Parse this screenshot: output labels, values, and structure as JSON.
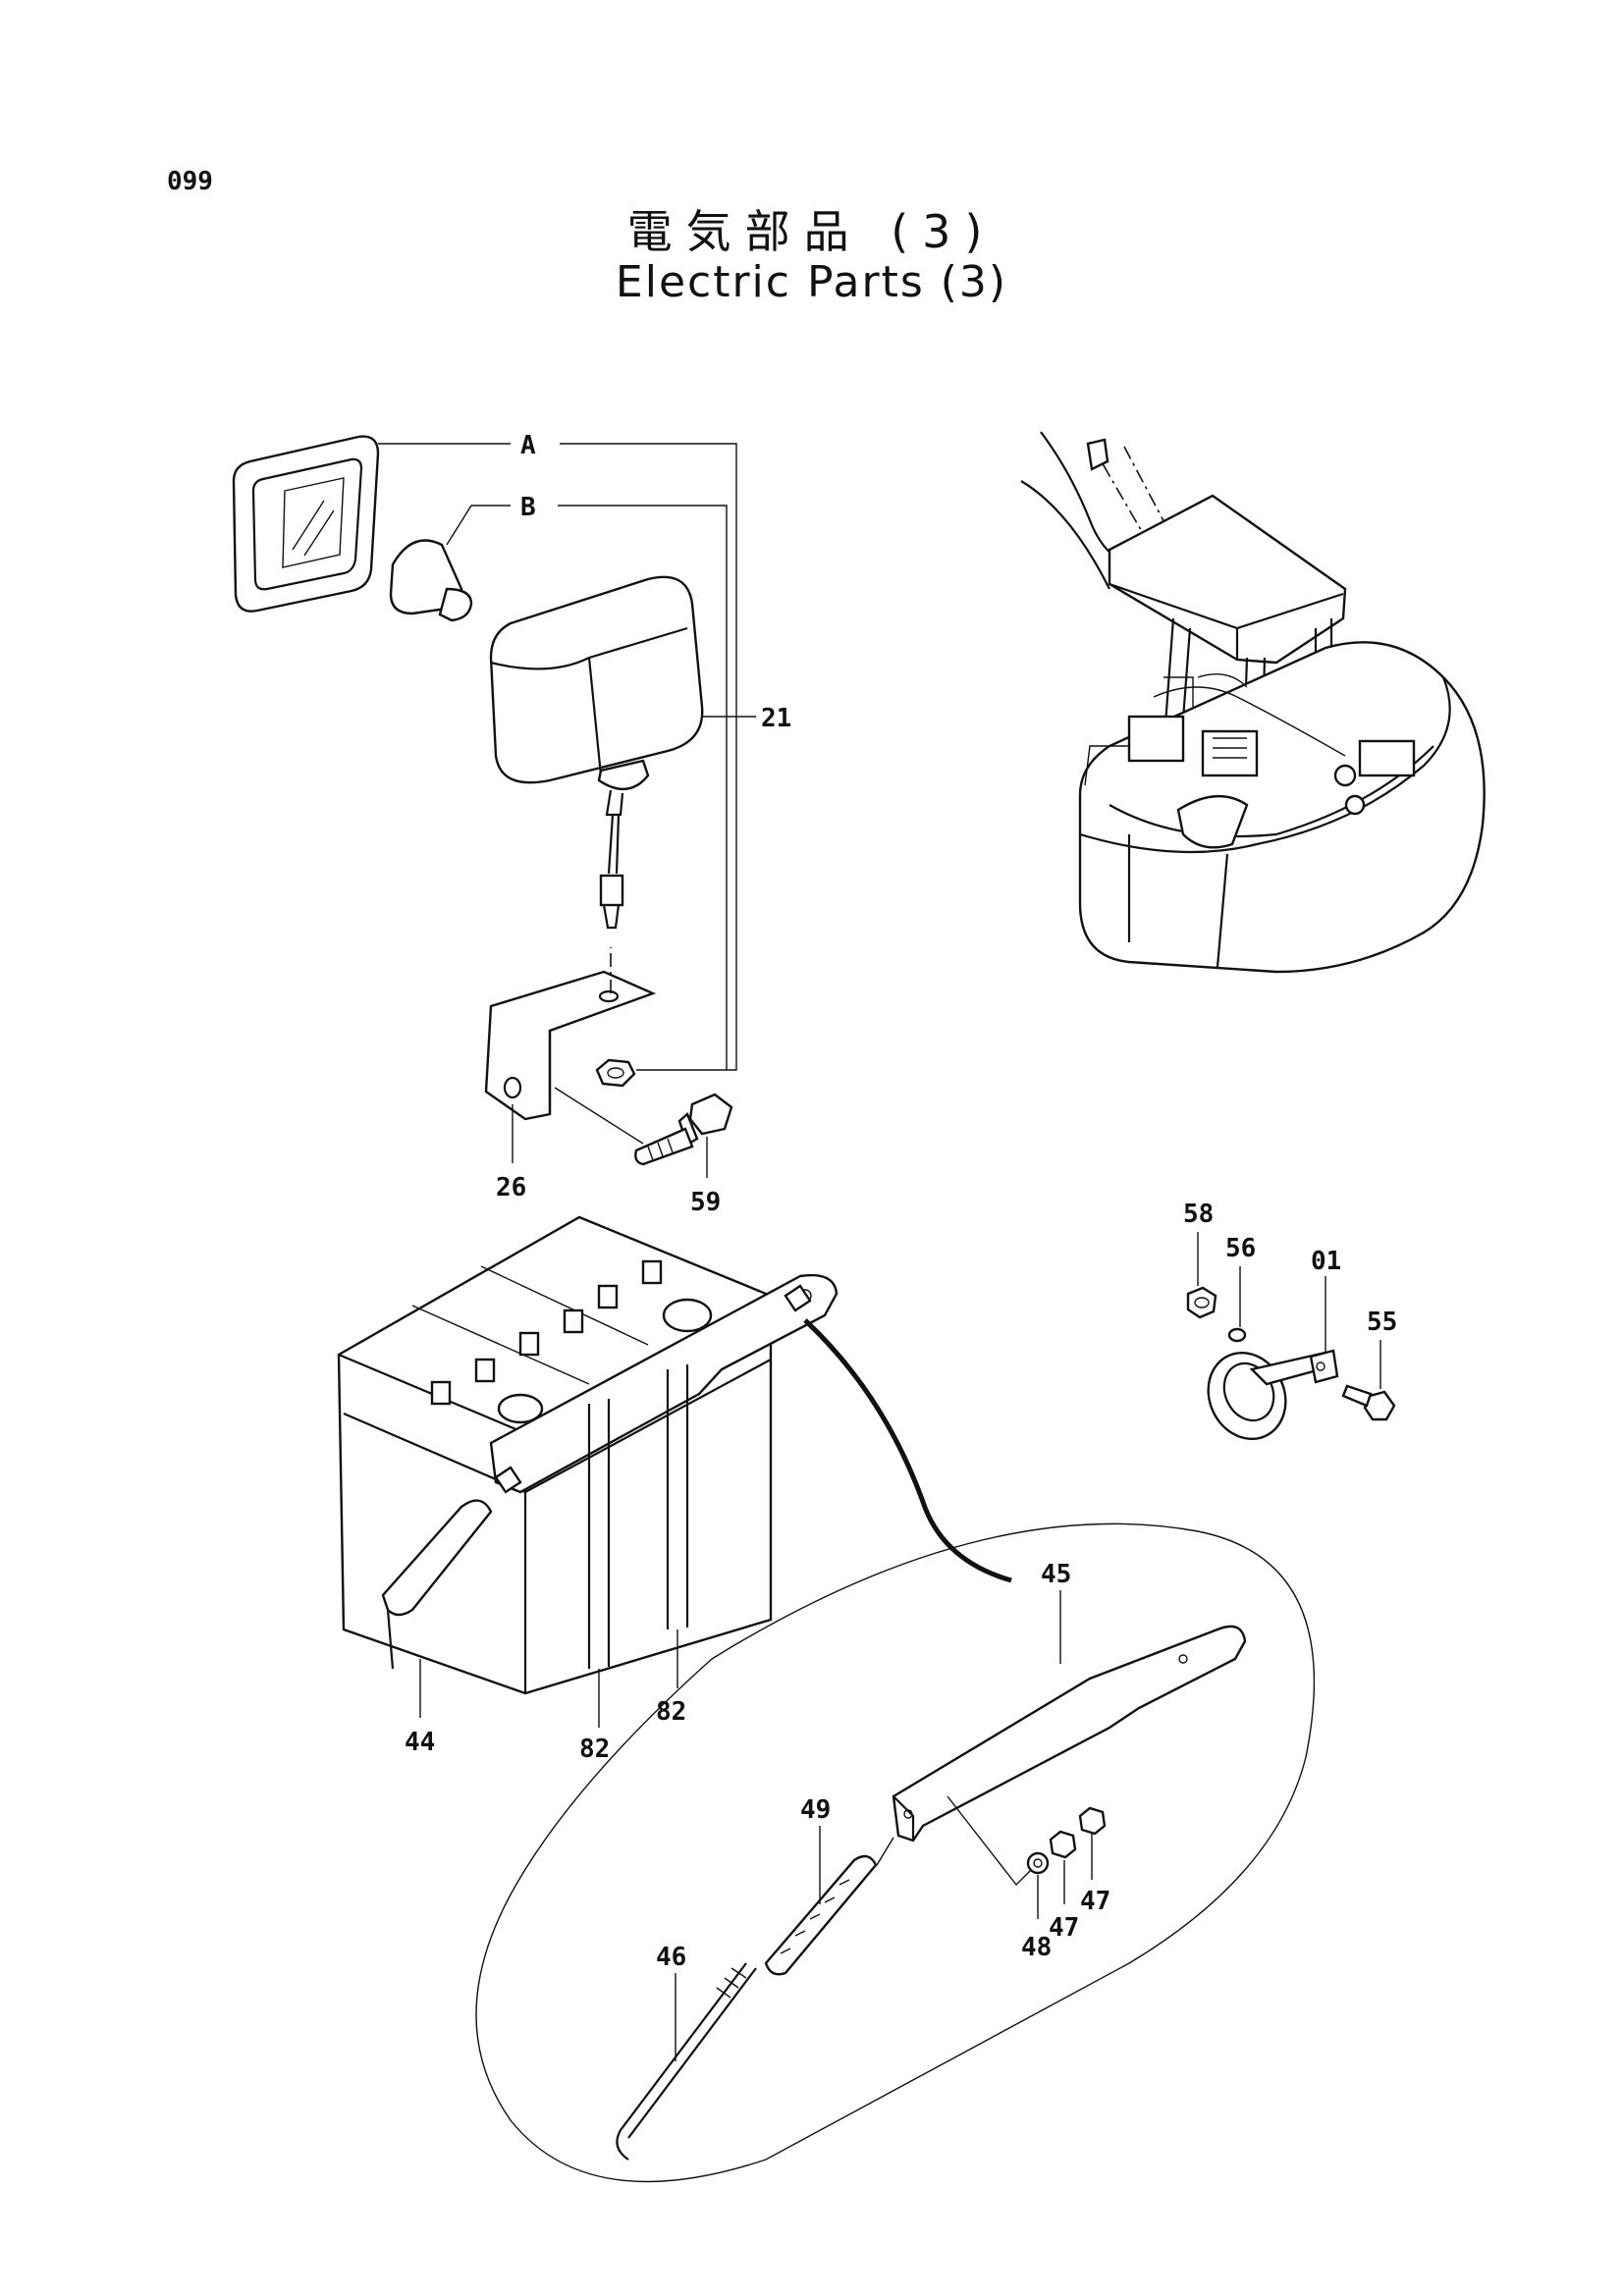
{
  "page": {
    "number": "099"
  },
  "title": {
    "japanese": "電気部品 (3)",
    "english": "Electric Parts (3)"
  },
  "callouts": {
    "A": "A",
    "B": "B",
    "p21": "21",
    "p26": "26",
    "p59": "59",
    "p58": "58",
    "p56": "56",
    "p01": "01",
    "p55": "55",
    "p44": "44",
    "p82a": "82",
    "p82b": "82",
    "p45": "45",
    "p49": "49",
    "p46": "46",
    "p48": "48",
    "p47a": "47",
    "p47b": "47"
  }
}
